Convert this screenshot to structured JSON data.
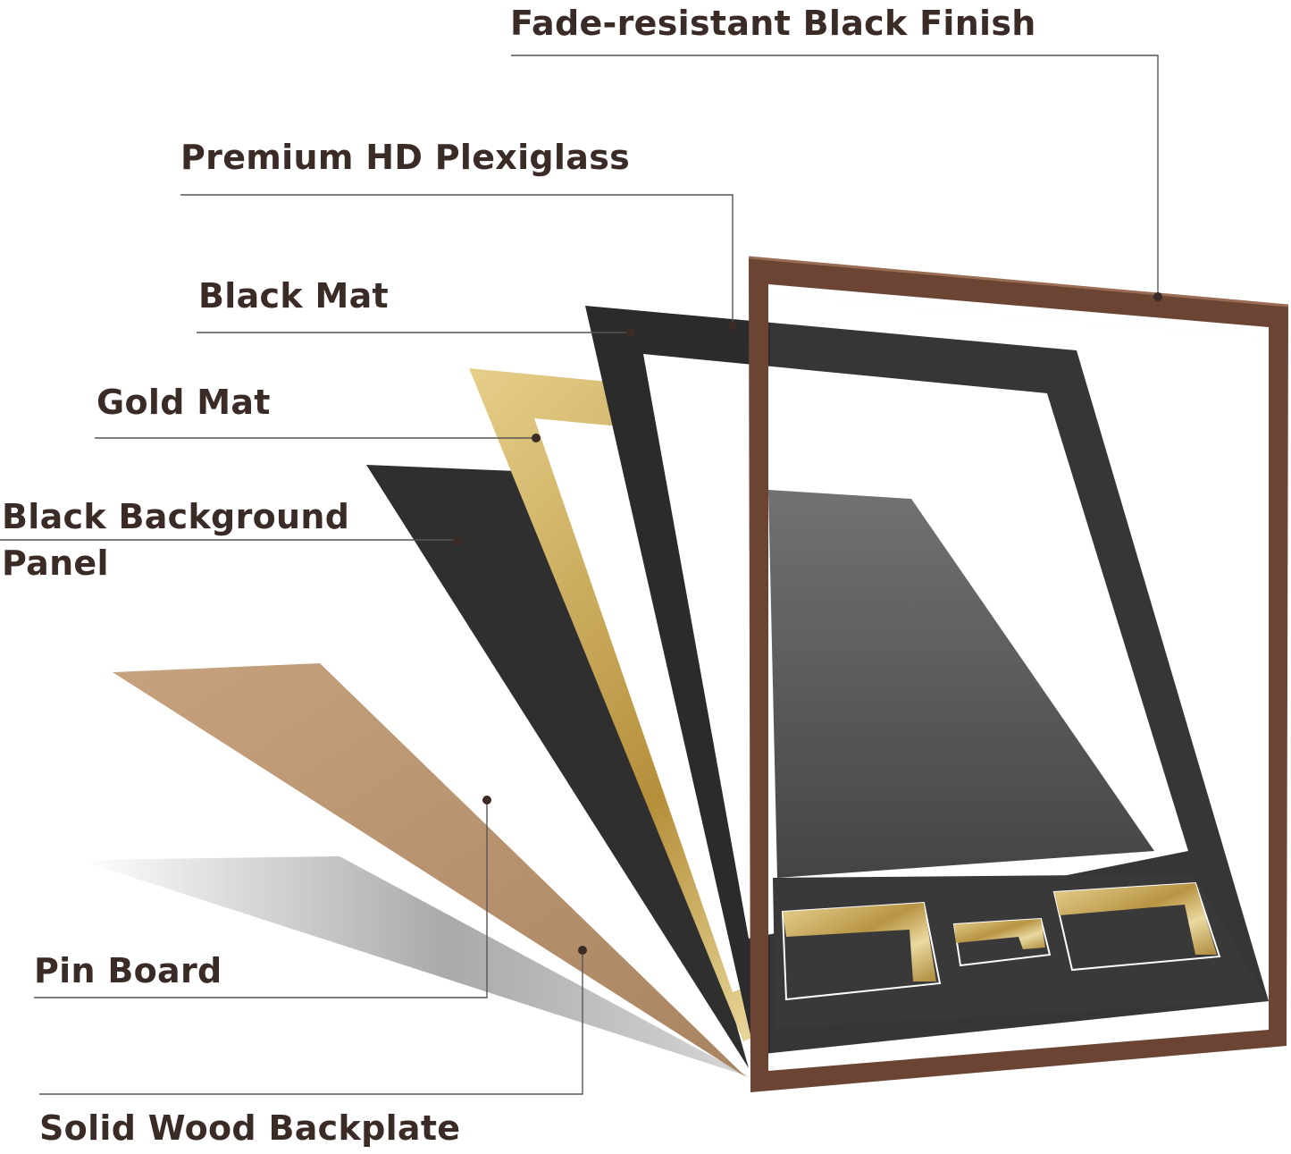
{
  "labels": {
    "fade_resistant_finish": "Fade-resistant Black Finish",
    "plexiglass": "Premium HD Plexiglass",
    "black_mat": "Black Mat",
    "gold_mat": "Gold Mat",
    "background_panel": "Black Background Panel",
    "pin_board": "Pin Board",
    "wood_backplate": "Solid Wood Backplate"
  },
  "colors": {
    "label_text": "#3a2b26",
    "leader_line": "#555555",
    "frame_wood": "#6b4433",
    "black_layer": "#2e2e2e",
    "gold": "#c9a74e",
    "pin_board": "#b8936c"
  }
}
